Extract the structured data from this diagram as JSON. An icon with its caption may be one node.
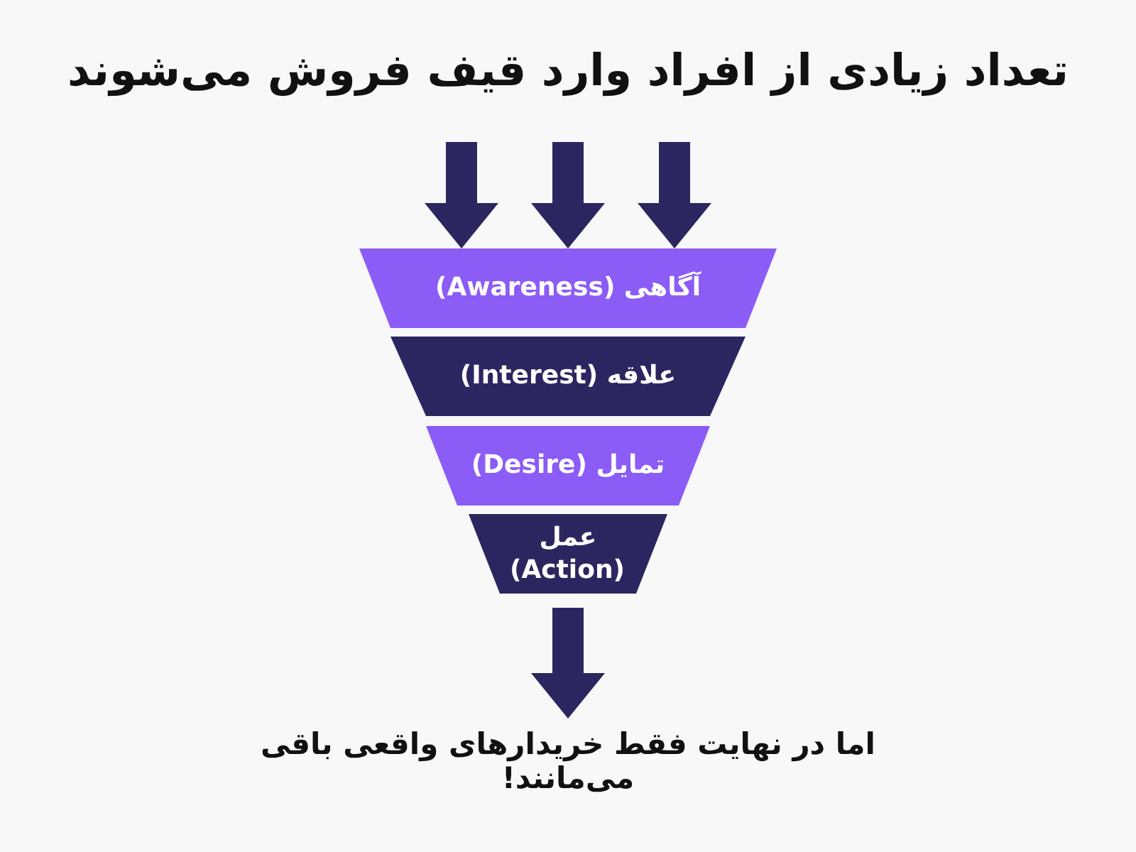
{
  "diagram": {
    "title": "تعداد زیادی از افراد وارد قیف فروش می‌شوند",
    "nodes": [
      {
        "text": [
          "آگاهی (Awareness)"
        ]
      },
      {
        "text": [
          "علاقه (Interest)"
        ]
      },
      {
        "text": [
          "تمایل (Desire)"
        ]
      },
      {
        "text": [
          "عمل (Action)"
        ]
      },
      {
        "text": [
          "اما در نهایت فقط خریدارهای واقعی باقی می‌مانند!"
        ]
      }
    ],
    "edges": [
      {
        "from": null,
        "to": 0,
        "arrow": "to"
      },
      {
        "from": null,
        "to": 0,
        "arrow": "to"
      },
      {
        "from": null,
        "to": 0,
        "arrow": "to"
      },
      {
        "from": 3,
        "to": 4,
        "arrow": "to"
      }
    ]
  }
}
